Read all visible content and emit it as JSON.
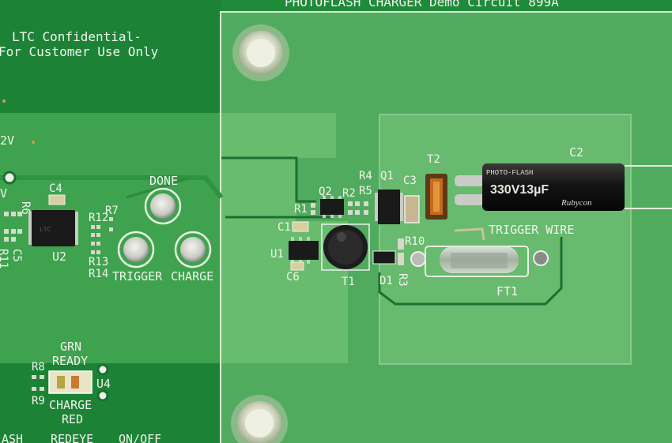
{
  "board": {
    "header_text": "PHOTOFLASH CHARGER Demo Circuit 899A",
    "confidential_line1": "LTC Confidential-",
    "confidential_line2": "For Customer Use Only",
    "voltage_fragment": "2V",
    "left_fragment": "V"
  },
  "components": {
    "c4": "C4",
    "r6": "R6",
    "c5": "C5",
    "r11": "R11",
    "u2": "U2",
    "r7": "R7",
    "r12": "R12",
    "r13": "R13",
    "r14": "R14",
    "q2": "Q2",
    "r1": "R1",
    "r2": "R2",
    "r4": "R4",
    "r5": "R5",
    "q1": "Q1",
    "c3": "C3",
    "t2": "T2",
    "c2": "C2",
    "c1": "C1",
    "u1": "U1",
    "c6": "C6",
    "t1": "T1",
    "d1": "D1",
    "r3": "R3",
    "r10": "R10",
    "ft1": "FT1",
    "r8": "R8",
    "r9": "R9",
    "u4": "U4"
  },
  "labels": {
    "done": "DONE",
    "trigger": "TRIGGER",
    "charge": "CHARGE",
    "trigger_wire": "TRIGGER WIRE",
    "grn": "GRN",
    "ready": "READY",
    "charge2": "CHARGE",
    "red": "RED",
    "bottom_ash": "ASH",
    "bottom_redeye": "REDEYE",
    "bottom_onoff": "ON/OFF"
  },
  "capacitor": {
    "rating": "330V13µF",
    "brand": "Rubycon",
    "series": "PHOTO-FLASH"
  },
  "colors": {
    "pcb_green": "#1f8a3a",
    "silkscreen": "#f2f4ee",
    "acrylic_overlay": "#9fdca0",
    "capacitor_body": "#1a1a1a"
  }
}
